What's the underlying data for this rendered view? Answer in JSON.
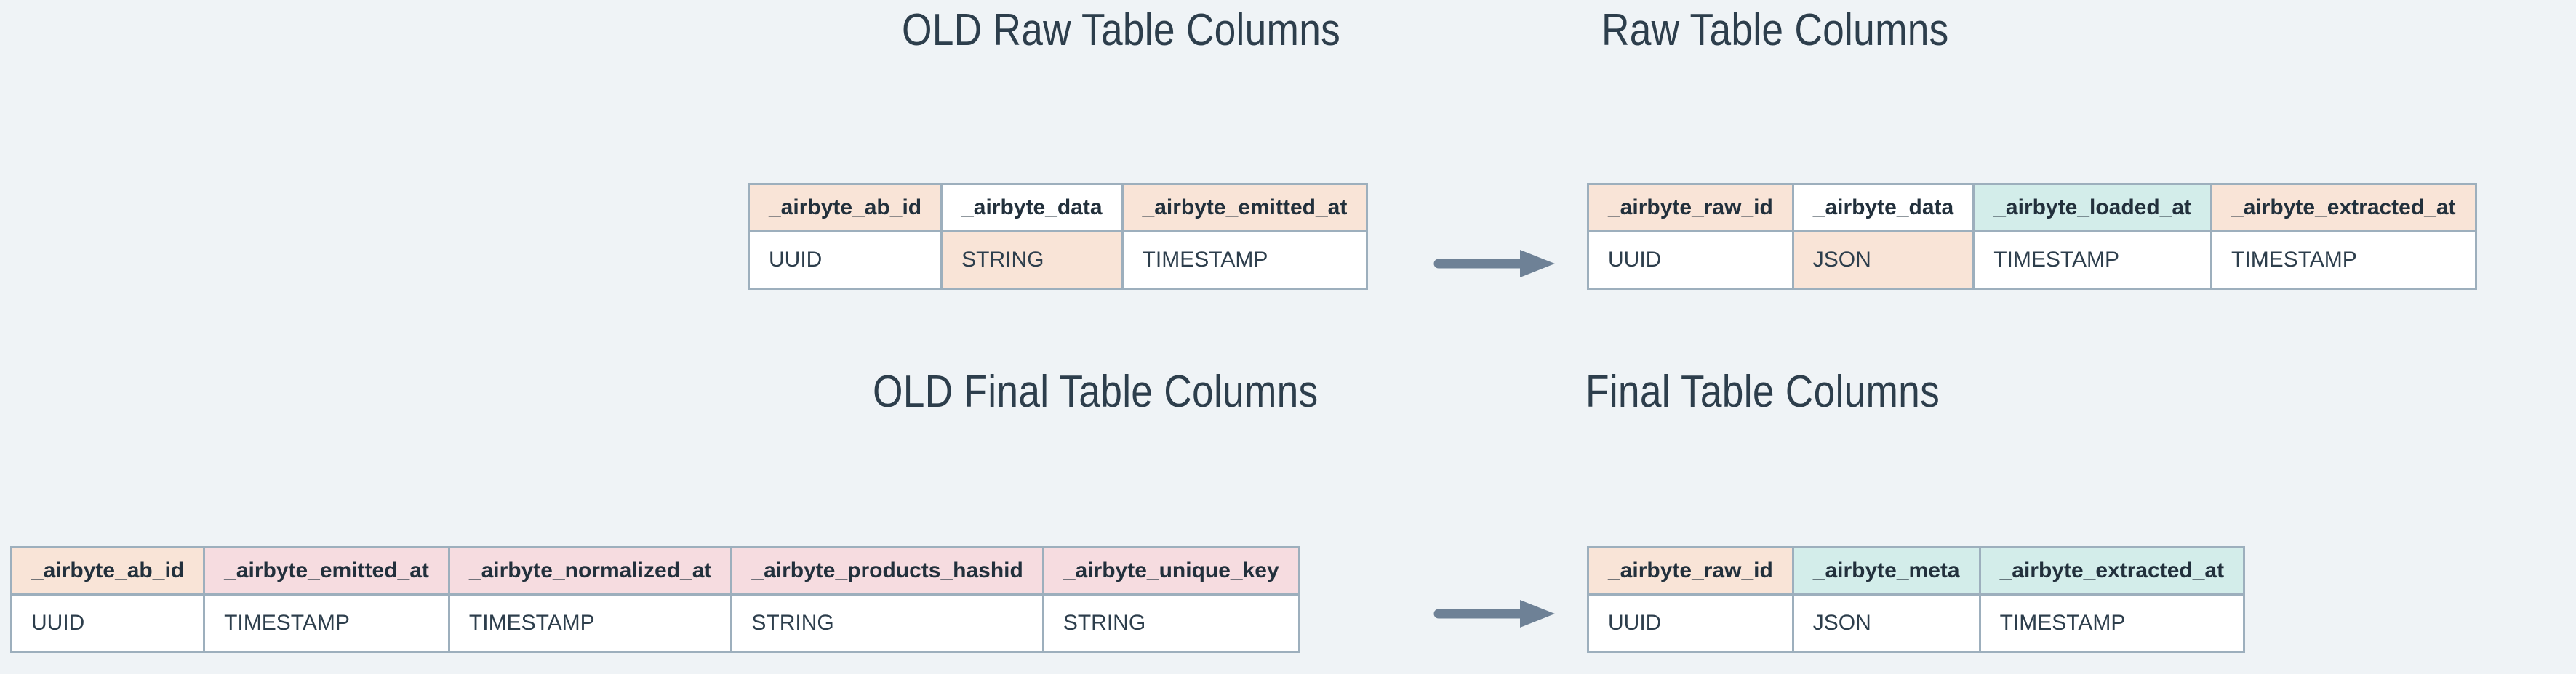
{
  "background_color": "#eff3f6",
  "palette": {
    "peach": "#f9e4d7",
    "teal": "#d3edea",
    "pink": "#f6dce0",
    "white": "#ffffff",
    "border": "#9dafbd",
    "text_dark": "#2d3e4c",
    "arrow": "#6e8196"
  },
  "titles": {
    "old_raw": "OLD Raw Table Columns",
    "new_raw": "Raw Table Columns",
    "old_final": "OLD Final Table Columns",
    "new_final": "Final Table Columns"
  },
  "arrows": {
    "raw": "arrow-right-icon",
    "final": "arrow-right-icon"
  },
  "tables": {
    "old_raw": {
      "name": "OLD Raw Table Columns",
      "columns": [
        {
          "header": "_airbyte_ab_id",
          "type": "UUID",
          "header_color": "peach",
          "type_color": "white"
        },
        {
          "header": "_airbyte_data",
          "type": "STRING",
          "header_color": "white",
          "type_color": "peach"
        },
        {
          "header": "_airbyte_emitted_at",
          "type": "TIMESTAMP",
          "header_color": "peach",
          "type_color": "white"
        }
      ]
    },
    "new_raw": {
      "name": "Raw Table Columns",
      "columns": [
        {
          "header": "_airbyte_raw_id",
          "type": "UUID",
          "header_color": "peach",
          "type_color": "white"
        },
        {
          "header": "_airbyte_data",
          "type": "JSON",
          "header_color": "white",
          "type_color": "peach"
        },
        {
          "header": "_airbyte_loaded_at",
          "type": "TIMESTAMP",
          "header_color": "teal",
          "type_color": "white"
        },
        {
          "header": "_airbyte_extracted_at",
          "type": "TIMESTAMP",
          "header_color": "peach",
          "type_color": "white"
        }
      ]
    },
    "old_final": {
      "name": "OLD Final Table Columns",
      "columns": [
        {
          "header": "_airbyte_ab_id",
          "type": "UUID",
          "header_color": "peach",
          "type_color": "white"
        },
        {
          "header": "_airbyte_emitted_at",
          "type": "TIMESTAMP",
          "header_color": "pink",
          "type_color": "white"
        },
        {
          "header": "_airbyte_normalized_at",
          "type": "TIMESTAMP",
          "header_color": "pink",
          "type_color": "white"
        },
        {
          "header": "_airbyte_products_hashid",
          "type": "STRING",
          "header_color": "pink",
          "type_color": "white"
        },
        {
          "header": "_airbyte_unique_key",
          "type": "STRING",
          "header_color": "pink",
          "type_color": "white"
        }
      ]
    },
    "new_final": {
      "name": "Final Table Columns",
      "columns": [
        {
          "header": "_airbyte_raw_id",
          "type": "UUID",
          "header_color": "peach",
          "type_color": "white"
        },
        {
          "header": "_airbyte_meta",
          "type": "JSON",
          "header_color": "teal",
          "type_color": "white"
        },
        {
          "header": "_airbyte_extracted_at",
          "type": "TIMESTAMP",
          "header_color": "teal",
          "type_color": "white"
        }
      ]
    }
  }
}
